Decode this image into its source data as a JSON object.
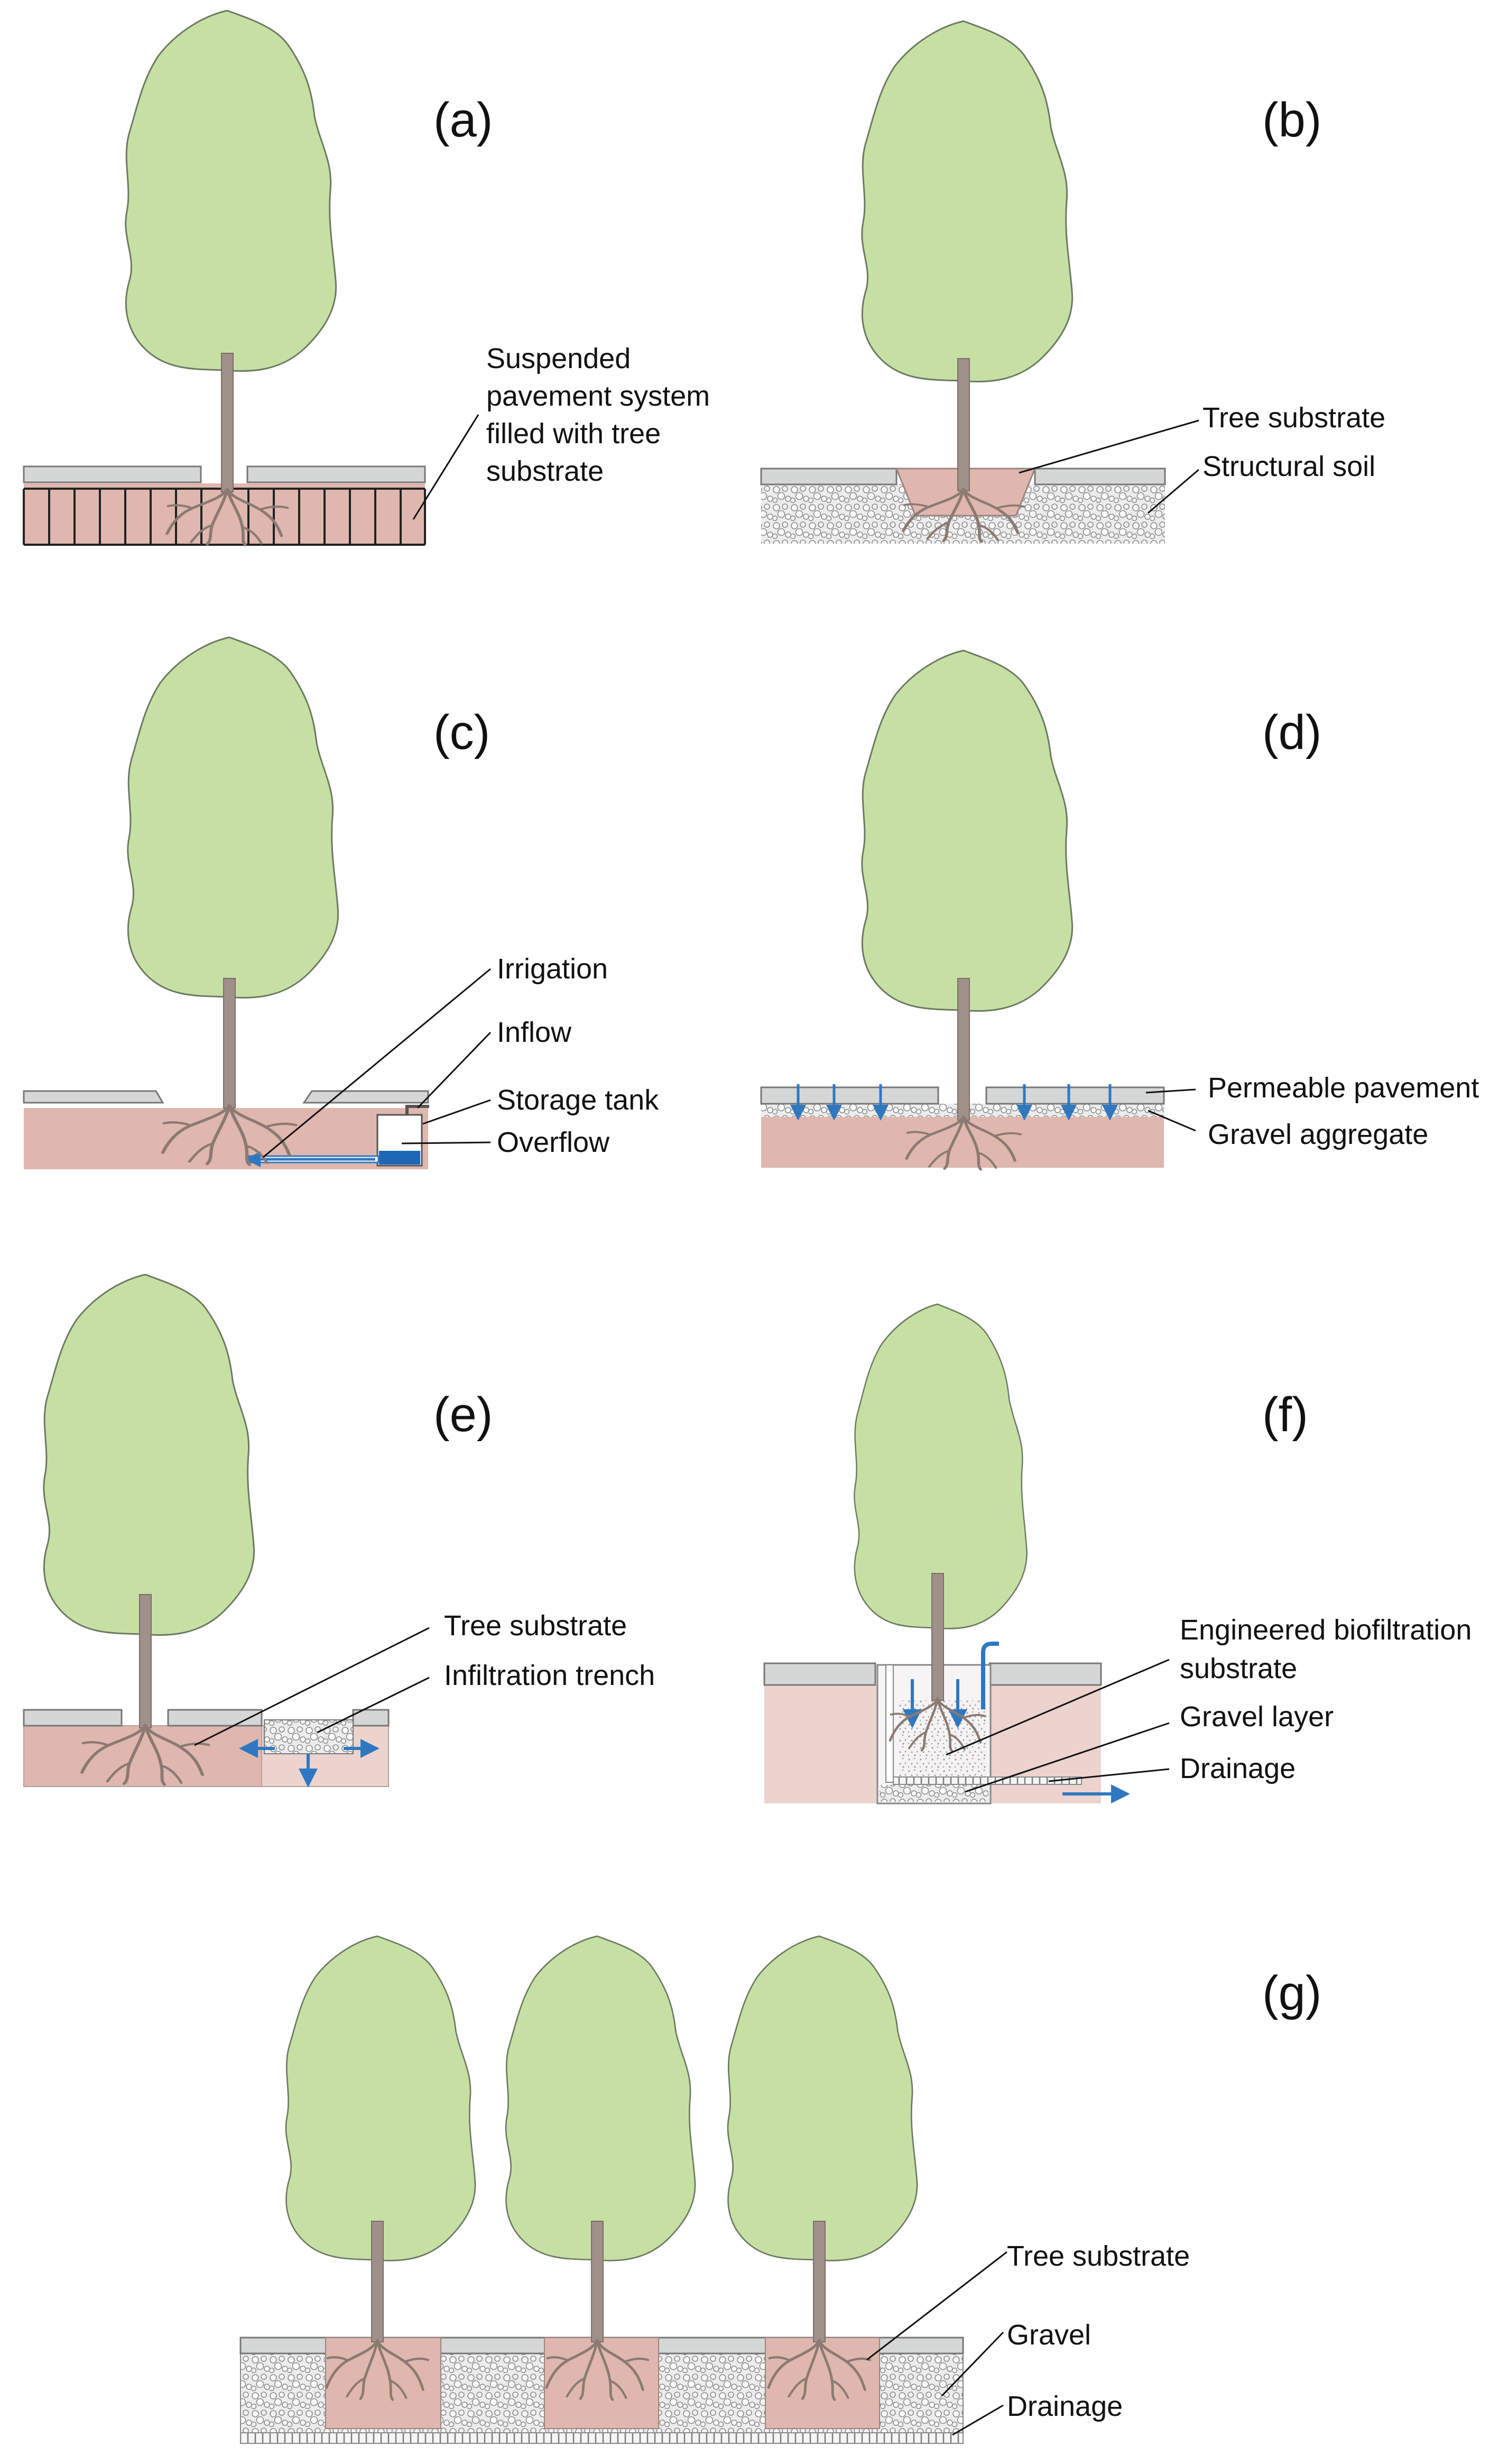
{
  "colors": {
    "canopy": "#c6e0a4",
    "canopy_stroke": "#6d7a63",
    "trunk": "#a0908a",
    "root": "#8b7a72",
    "tree_substrate": "#dfb7ae",
    "light_substrate": "#ecd3ce",
    "pavement": "#d5d6d6",
    "gravel": "#e6e6e6",
    "water_arrow": "#2f78c0",
    "leader_line": "#111111"
  },
  "panels": {
    "a": {
      "label": "(a)",
      "callouts": [
        "Suspended",
        "pavement system",
        "filled with tree",
        "substrate"
      ]
    },
    "b": {
      "label": "(b)",
      "callouts": [
        "Tree substrate",
        "Structural soil"
      ]
    },
    "c": {
      "label": "(c)",
      "callouts": [
        "Irrigation",
        "Inflow",
        "Storage tank",
        "Overflow"
      ]
    },
    "d": {
      "label": "(d)",
      "callouts": [
        "Permeable pavement",
        "Gravel aggregate"
      ]
    },
    "e": {
      "label": "(e)",
      "callouts": [
        "Tree substrate",
        "Infiltration trench"
      ]
    },
    "f": {
      "label": "(f)",
      "callouts": [
        "Engineered biofiltration",
        "substrate",
        "Gravel layer",
        "Drainage"
      ]
    },
    "g": {
      "label": "(g)",
      "callouts": [
        "Tree substrate",
        "Gravel",
        "Drainage"
      ]
    }
  }
}
